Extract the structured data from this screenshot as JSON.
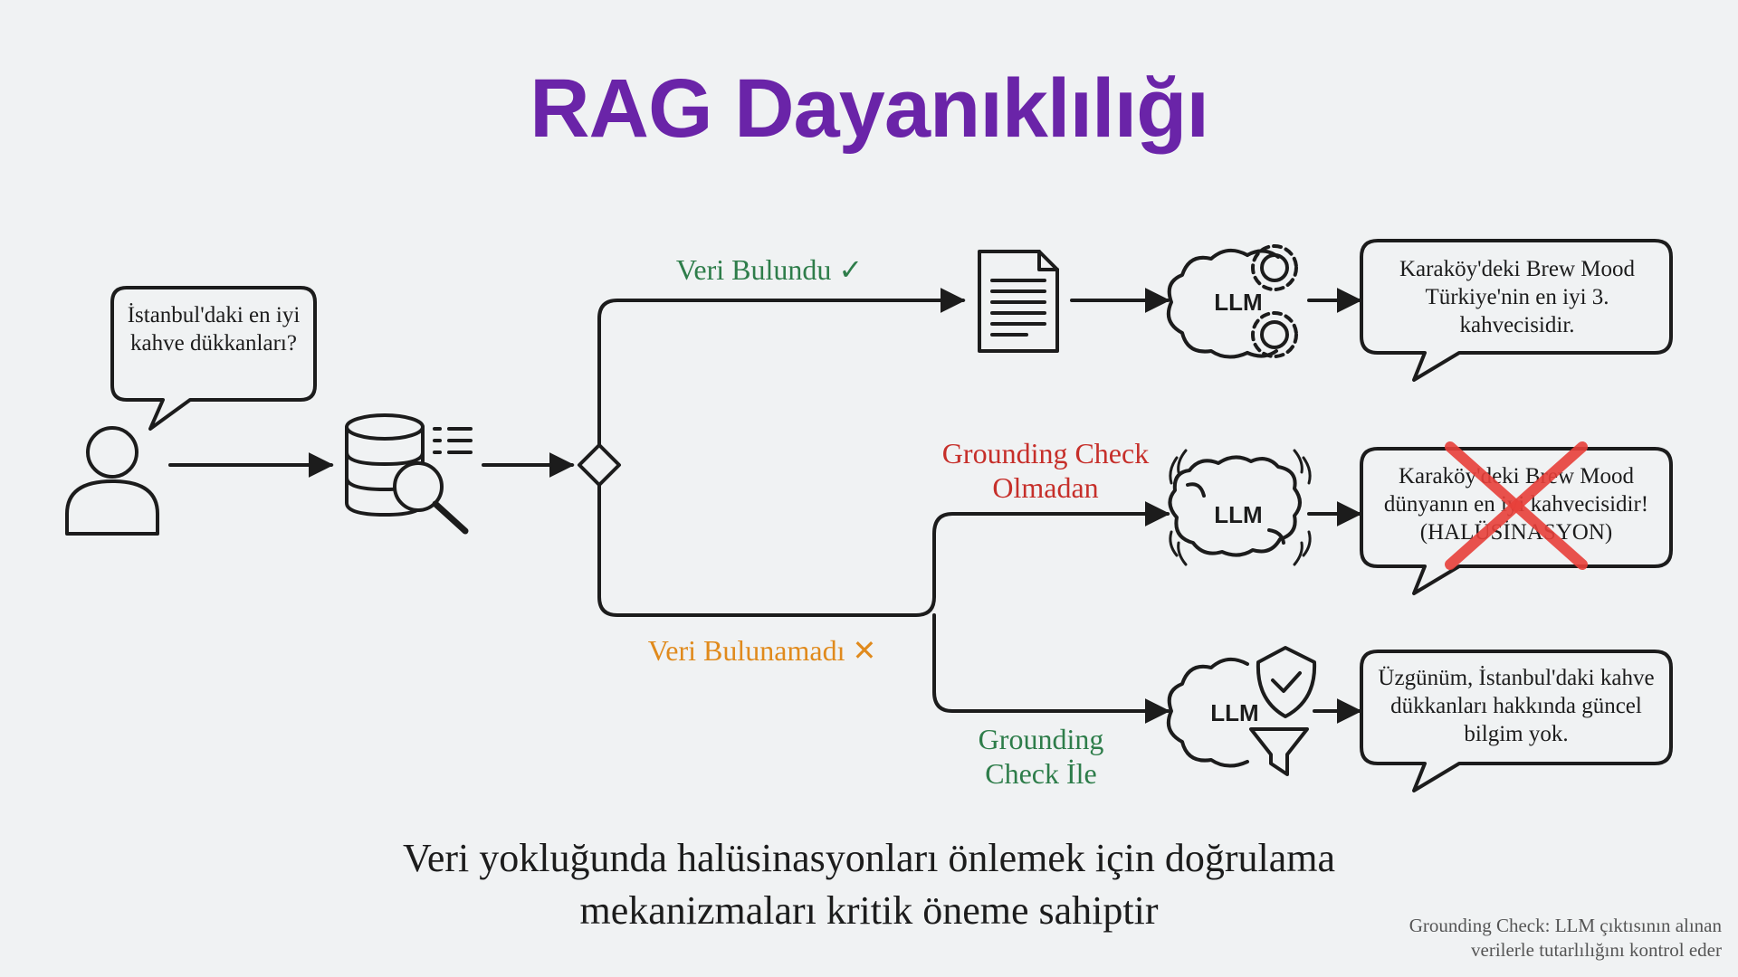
{
  "title": "RAG Dayanıklılığı",
  "query_bubble": "İstanbul'daki en iyi kahve dükkanları?",
  "branches": {
    "found": {
      "label": "Veri Bulundu",
      "mark": "✓"
    },
    "not_found": {
      "label": "Veri Bulunamadı",
      "mark": "✕"
    },
    "without_grounding": "Grounding Check Olmadan",
    "with_grounding": "Grounding Check İle"
  },
  "llm_label": "LLM",
  "responses": {
    "found": "Karaköy'deki Brew Mood Türkiye'nin en iyi 3. kahvecisidir.",
    "hallucination_line1": "Karaköy'deki Brew Mood",
    "hallucination_line2": "dünyanın en iyi kahvecisidir!",
    "hallucination_line3": "(HALÜSİNASYON)",
    "grounded": "Üzgünüm, İstanbul'daki kahve dükkanları hakkında güncel bilgim yok."
  },
  "bottom_text_line1": "Veri yokluğunda halüsinasyonları önlemek için doğrulama",
  "bottom_text_line2": "mekanizmaları kritik öneme sahiptir",
  "footnote_line1": "Grounding Check: LLM çıktısının alınan",
  "footnote_line2": "verilerle tutarlılığını kontrol eder",
  "colors": {
    "title": "#6a24a8",
    "green": "#2e7d4a",
    "red": "#c62f2a",
    "orange": "#e08a1c",
    "cross": "#e8403a"
  },
  "icons": [
    "user-icon",
    "database-search-icon",
    "decision-diamond",
    "document-icon",
    "llm-brain-gear-icon",
    "llm-brain-vibrating-icon",
    "llm-brain-shield-filter-icon",
    "cross-mark-icon"
  ]
}
